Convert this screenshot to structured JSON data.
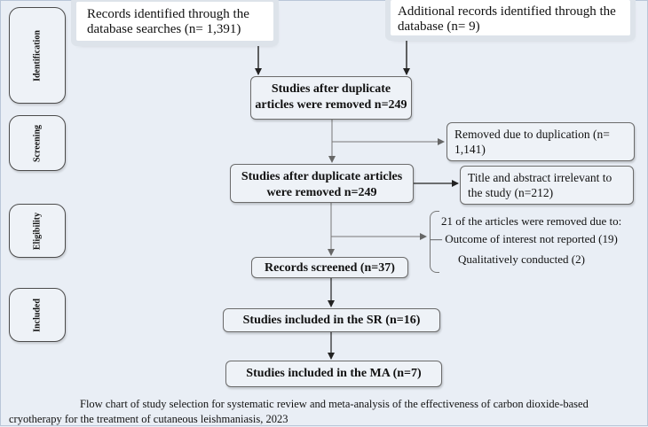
{
  "phases": {
    "identification": "Identification",
    "screening": "Screening",
    "eligibility": "Eligibility",
    "included": "Included"
  },
  "boxes": {
    "records_identified": "Records identified through the database searches (n= 1,391)",
    "additional_records": "Additional records identified through the database (n= 9)",
    "after_duplicates_1": "Studies after duplicate articles were removed n=249",
    "removed_duplication": "Removed due to duplication (n= 1,141)",
    "after_duplicates_2": "Studies after duplicate articles were removed n=249",
    "title_abstract": "Title and abstract irrelevant to the study (n=212)",
    "removed_header": "21 of the articles were removed due to:",
    "removed_outcome": "Outcome of interest not reported (19)",
    "removed_qualitative": "Qualitatively conducted (2)",
    "records_screened": "Records screened (n=37)",
    "included_sr": "Studies included in the SR (n=16)",
    "included_ma": "Studies included in the MA (n=7)"
  },
  "caption": "Flow chart of study selection for systematic review and meta-analysis of the effectiveness of carbon dioxide-based cryotherapy for the treatment of cutaneous leishmaniasis, 2023"
}
